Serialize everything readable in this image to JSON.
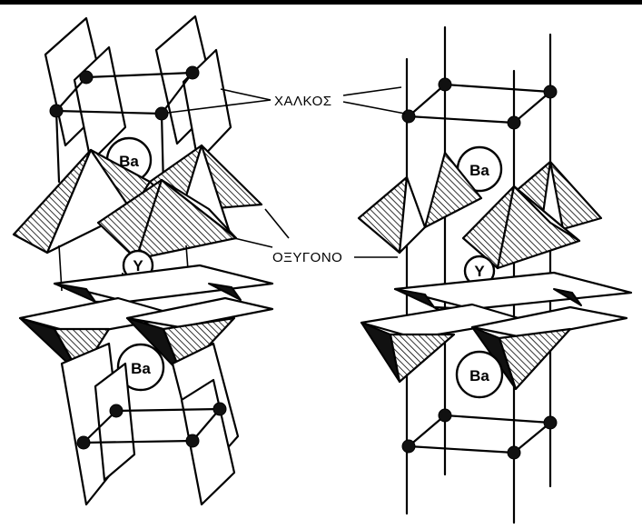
{
  "labels": {
    "copper": "ΧΑΛΚΟΣ",
    "oxygen": "ΟΞΥΓΟΝΟ"
  },
  "ions": {
    "barium": "Ba",
    "yttrium": "Y"
  },
  "colors": {
    "ink": "#000000",
    "background": "#ffffff"
  },
  "panels": [
    "polyhedral-view",
    "ball-and-stick-view"
  ]
}
